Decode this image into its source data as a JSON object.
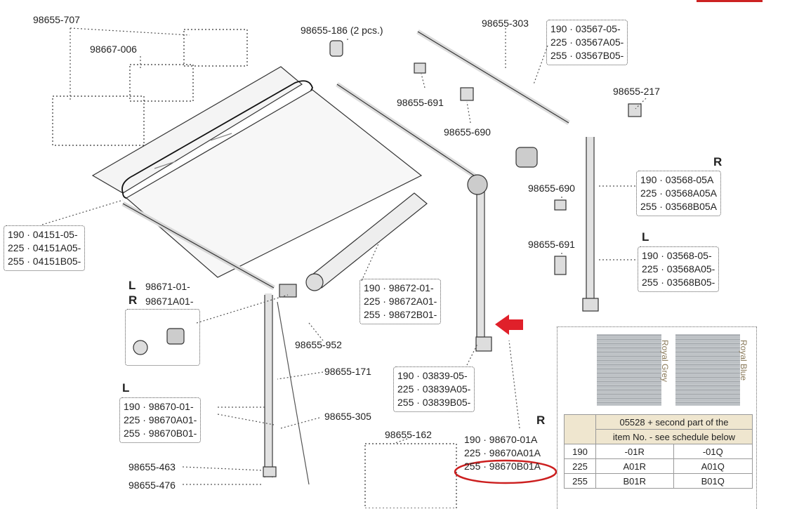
{
  "diagram": {
    "labels": {
      "p707": "98655-707",
      "p006": "98667-006",
      "p186": "98655-186 (2 pcs.)",
      "p303": "98655-303",
      "p691a": "98655-691",
      "p690a": "98655-690",
      "p217": "98655-217",
      "p690b": "98655-690",
      "p691b": "98655-691",
      "p952": "98655-952",
      "p171": "98655-171",
      "p305": "98655-305",
      "p162": "98655-162",
      "p463": "98655-463",
      "p476": "98655-476"
    },
    "boxes": {
      "b03567": [
        "190 · 03567-05-",
        "225 · 03567A05-",
        "255 · 03567B05-"
      ],
      "b04151": [
        "190 · 04151-05-",
        "225 · 04151A05-",
        "255 · 04151B05-"
      ],
      "b03568R": [
        "190 · 03568-05A",
        "225 · 03568A05A",
        "255 · 03568B05A"
      ],
      "b03568L": [
        "190 · 03568-05-",
        "225 · 03568A05-",
        "255 · 03568B05-"
      ],
      "b98672": [
        "190 · 98672-01-",
        "225 · 98672A01-",
        "255 · 98672B01-"
      ],
      "b98671": [
        "98671-01-",
        "98671A01-"
      ],
      "b03839": [
        "190 · 03839-05-",
        "225 · 03839A05-",
        "255 · 03839B05-"
      ],
      "b98670L": [
        "190 · 98670-01-",
        "225 · 98670A01-",
        "255 · 98670B01-"
      ],
      "b98670R": [
        "190 · 98670-01A",
        "225 · 98670A01A",
        "255 · 98670B01A"
      ]
    },
    "side_markers": {
      "R1": "R",
      "L1": "L",
      "L2": "L",
      "R2": "R",
      "L3": "L",
      "R3": "R"
    }
  },
  "schedule": {
    "swatches": [
      "Royal Grey",
      "Royal Blue"
    ],
    "header": [
      "05528 + second part of the",
      "item No. - see schedule below"
    ],
    "rows": [
      [
        "190",
        "-01R",
        "-01Q"
      ],
      [
        "225",
        "A01R",
        "A01Q"
      ],
      [
        "255",
        "B01R",
        "B01Q"
      ]
    ]
  },
  "colors": {
    "highlight": "#cc1f1f",
    "arrow": "#e0202a"
  }
}
